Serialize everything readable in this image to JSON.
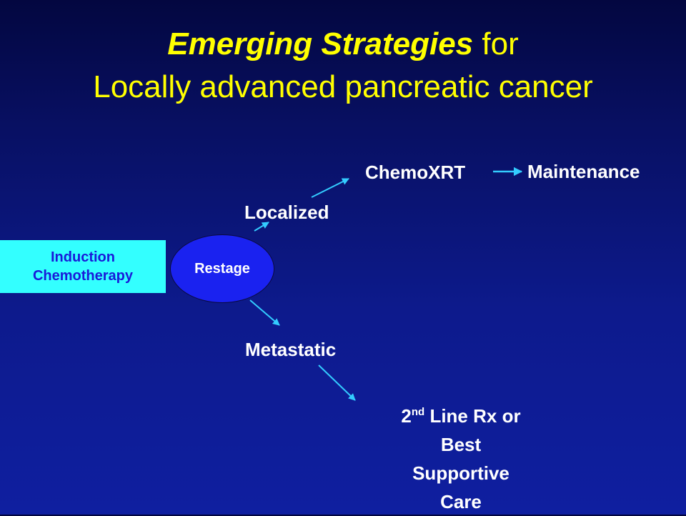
{
  "title": {
    "line1_emphasis": "Emerging Strategies",
    "line1_rest": " for",
    "line2": "Locally advanced pancreatic cancer"
  },
  "nodes": {
    "induction_line1": "Induction",
    "induction_line2": "Chemotherapy",
    "restage": "Restage",
    "localized": "Localized",
    "chemoxrt": "ChemoXRT",
    "maintenance": "Maintenance",
    "metastatic": "Metastatic",
    "secondline_num": "2",
    "secondline_sup": "nd",
    "secondline_line1_rest": " Line Rx or",
    "secondline_line2": "Best",
    "secondline_line3": "Supportive",
    "secondline_line4": "Care"
  },
  "colors": {
    "title": "#ffff00",
    "induction_box": "#33ffff",
    "induction_text": "#1a1ad9",
    "restage_fill": "#1a22f0",
    "arrow": "#33ccff",
    "node_text": "#ffffff"
  }
}
